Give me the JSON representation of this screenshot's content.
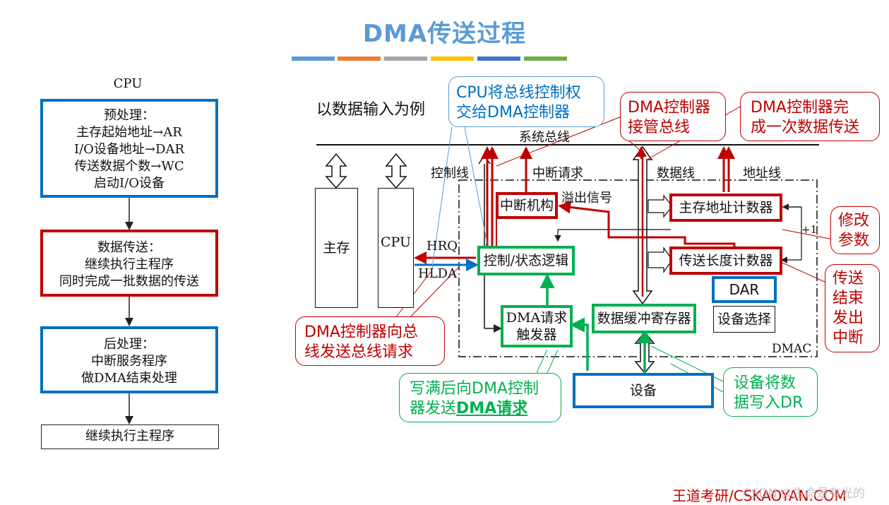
{
  "title": "DMA传送过程",
  "color_bars": [
    "#5b9bd5",
    "#ed7d31",
    "#a5a5a5",
    "#ffc000",
    "#4472c4",
    "#70ad47"
  ],
  "flow": {
    "cpu_label": "CPU",
    "pre": {
      "title": "预处理：",
      "l1": "主存起始地址→AR",
      "l2": "I/O设备地址→DAR",
      "l3": "传送数据个数→WC",
      "l4": "启动I/O设备"
    },
    "transfer": {
      "title": "数据传送：",
      "l1": "继续执行主程序",
      "l2": "同时完成一批数据的传送"
    },
    "post": {
      "title": "后处理：",
      "l1": "中断服务程序",
      "l2": "做DMA结束处理"
    },
    "cont": "继续执行主程序"
  },
  "diagram": {
    "example_label": "以数据输入为例",
    "system_bus": "系统总线",
    "control_line": "控制线",
    "interrupt_req": "中断请求",
    "data_line": "数据线",
    "address_line": "地址线",
    "overflow": "溢出信号",
    "plus_one": "+1",
    "main_memory": "主存",
    "cpu": "CPU",
    "hrq": "HRQ",
    "hlda": "HLDA",
    "interrupt_unit": "中断机构",
    "ctrl_logic": "控制/状态逻辑",
    "addr_counter": "主存地址计数器",
    "len_counter": "传送长度计数器",
    "dar": "DAR",
    "dev_select": "设备选择",
    "dma_trigger_l1": "DMA请求",
    "dma_trigger_l2": "触发器",
    "data_buffer": "数据缓冲寄存器",
    "dmac": "DMAC",
    "device": "设备"
  },
  "callouts": {
    "cpu_handover_l1": "CPU将总线控制权",
    "cpu_handover_l2": "交给DMA控制器",
    "take_bus_l1": "DMA控制器",
    "take_bus_l2": "接管总线",
    "done_one_l1": "DMA控制器完",
    "done_one_l2": "成一次数据传送",
    "modify_l1": "修改",
    "modify_l2": "参数",
    "end_int_l1": "传送",
    "end_int_l2": "结束",
    "end_int_l3": "发出",
    "end_int_l4": "中断",
    "bus_req_l1": "DMA控制器向总",
    "bus_req_l2": "线发送总线请求",
    "full_send_l1": "写满后向DMA控制",
    "full_send_l2a": "器发送",
    "full_send_l2b": "DMA请求",
    "dev_write_l1": "设备将数",
    "dev_write_l2": "据写入DR"
  },
  "footer": {
    "brand": "王道考研/CSKAOYAN.COM",
    "watermark": "CSDN @生命是有光的"
  },
  "colors": {
    "red": "#c00000",
    "blue": "#0070c0",
    "green": "#00b050",
    "title_blue": "#5b9bd5"
  }
}
